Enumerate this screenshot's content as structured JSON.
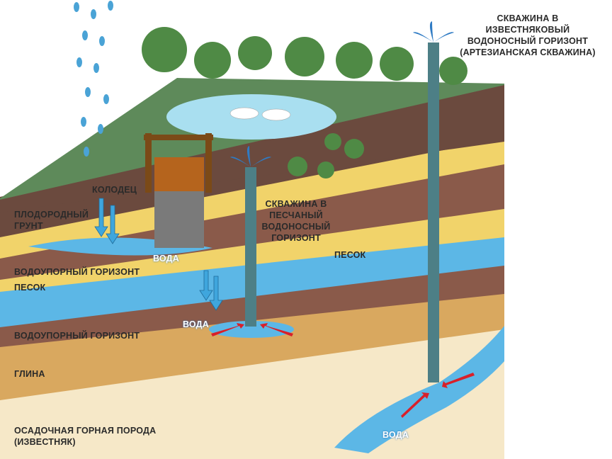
{
  "colors": {
    "fertile_soil": "#6b4a3e",
    "aquitard": "#8a5a4a",
    "sand": "#f1d36a",
    "water": "#5cb7e6",
    "clay": "#d9a85f",
    "limestone": "#f6e8c8",
    "grass": "#5e8a5a",
    "pond": "#a9dff0",
    "pipe": "#4d7f86",
    "arrow_down": "#3fa6dd",
    "arrow_inflow": "#d8202a",
    "rain": "#4aa3d6"
  },
  "labels": {
    "artesian_title": [
      "СКВАЖИНА В",
      "ИЗВЕСТНЯКОВЫЙ",
      "ВОДОНОСНЫЙ ГОРИЗОНТ",
      "(АРТЕЗИАНСКАЯ СКВАЖИНА)"
    ],
    "well": "КОЛОДЕЦ",
    "fertile_soil": [
      "ПЛОДОРОДНЫЙ",
      "ГРУНТ"
    ],
    "water_well": "ВОДА",
    "sand_well_title": [
      "СКВАЖИНА В",
      "ПЕСЧАНЫЙ",
      "ВОДОНОСНЫЙ",
      "ГОРИЗОНТ"
    ],
    "sand_right": "ПЕСОК",
    "aquitard_upper": "ВОДОУПОРНЫЙ ГОРИЗОНТ",
    "sand_left": "ПЕСОК",
    "water_sand_well": "ВОДА",
    "aquitard_lower": "ВОДОУПОРНЫЙ ГОРИЗОНТ",
    "clay": "ГЛИНА",
    "sedimentary_rock": [
      "ОСАДОЧНАЯ ГОРНАЯ ПОРОДА",
      "(ИЗВЕСТНЯК)"
    ],
    "water_artesian": "ВОДА"
  }
}
